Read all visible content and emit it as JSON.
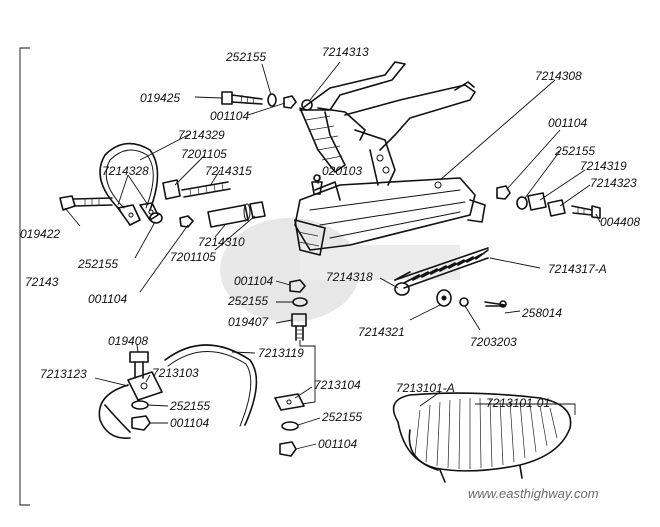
{
  "diagram": {
    "parts": [
      {
        "id": "p-252155-a",
        "label": "252155"
      },
      {
        "id": "p-7214313",
        "label": "7214313"
      },
      {
        "id": "p-019425",
        "label": "019425"
      },
      {
        "id": "p-001104-a",
        "label": "001104"
      },
      {
        "id": "p-7214308",
        "label": "7214308"
      },
      {
        "id": "p-7214329",
        "label": "7214329"
      },
      {
        "id": "p-001104-b",
        "label": "001104"
      },
      {
        "id": "p-7214328",
        "label": "7214328"
      },
      {
        "id": "p-7201105-a",
        "label": "7201105"
      },
      {
        "id": "p-252155-b",
        "label": "252155"
      },
      {
        "id": "p-7214315",
        "label": "7214315"
      },
      {
        "id": "p-020103",
        "label": "020103"
      },
      {
        "id": "p-7214319",
        "label": "7214319"
      },
      {
        "id": "p-7214323",
        "label": "7214323"
      },
      {
        "id": "p-019422",
        "label": "019422"
      },
      {
        "id": "p-004408",
        "label": "004408"
      },
      {
        "id": "p-252155-c",
        "label": "252155"
      },
      {
        "id": "p-7214310",
        "label": "7214310"
      },
      {
        "id": "p-7201105-b",
        "label": "7201105"
      },
      {
        "id": "p-72143",
        "label": "72143"
      },
      {
        "id": "p-7214317-a",
        "label": "7214317-A"
      },
      {
        "id": "p-001104-c",
        "label": "001104"
      },
      {
        "id": "p-7214318",
        "label": "7214318"
      },
      {
        "id": "p-001104-d",
        "label": "001104"
      },
      {
        "id": "p-252155-d",
        "label": "252155"
      },
      {
        "id": "p-258014",
        "label": "258014"
      },
      {
        "id": "p-019407",
        "label": "019407"
      },
      {
        "id": "p-7214321",
        "label": "7214321"
      },
      {
        "id": "p-7203203",
        "label": "7203203"
      },
      {
        "id": "p-019408",
        "label": "019408"
      },
      {
        "id": "p-7213119",
        "label": "7213119"
      },
      {
        "id": "p-7213123",
        "label": "7213123"
      },
      {
        "id": "p-7213103",
        "label": "7213103"
      },
      {
        "id": "p-7213104",
        "label": "7213104"
      },
      {
        "id": "p-7213101-a",
        "label": "7213101-A"
      },
      {
        "id": "p-7213101-01",
        "label": "7213101-01"
      },
      {
        "id": "p-252155-e",
        "label": "252155"
      },
      {
        "id": "p-001104-e",
        "label": "001104"
      },
      {
        "id": "p-252155-f",
        "label": "252155"
      },
      {
        "id": "p-001104-f",
        "label": "001104"
      }
    ],
    "watermark": "www.easthighway.com"
  }
}
